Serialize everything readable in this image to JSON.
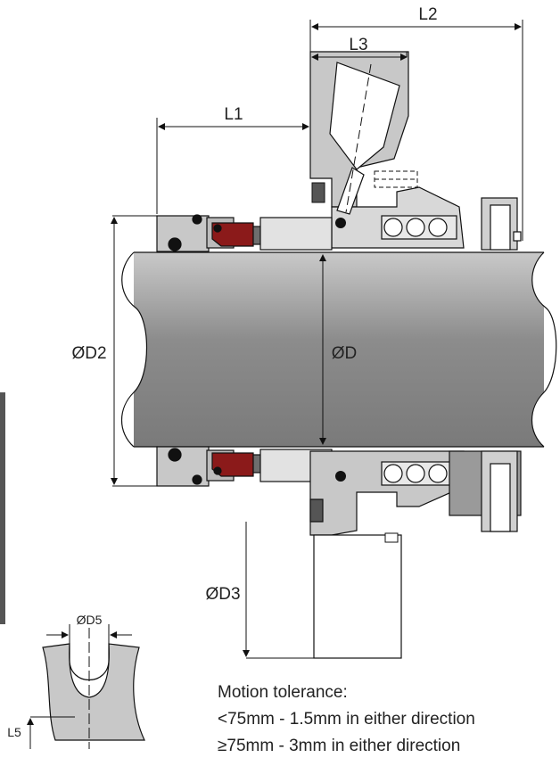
{
  "labels": {
    "l1": "L1",
    "l2": "L2",
    "l3": "L3",
    "d": "ØD",
    "d2": "ØD2",
    "d3": "ØD3",
    "d5": "ØD5",
    "l5": "L5"
  },
  "note": {
    "title": "Motion tolerance:",
    "line1": "<75mm - 1.5mm in either direction",
    "line2": "≥75mm - 3mm in either direction"
  },
  "colors": {
    "shaft": "#9a9a9a",
    "housing": "#c8c8c8",
    "seal_face": "#8b1a1a",
    "dark_parts": "#6e6e6e",
    "line": "#111111"
  }
}
